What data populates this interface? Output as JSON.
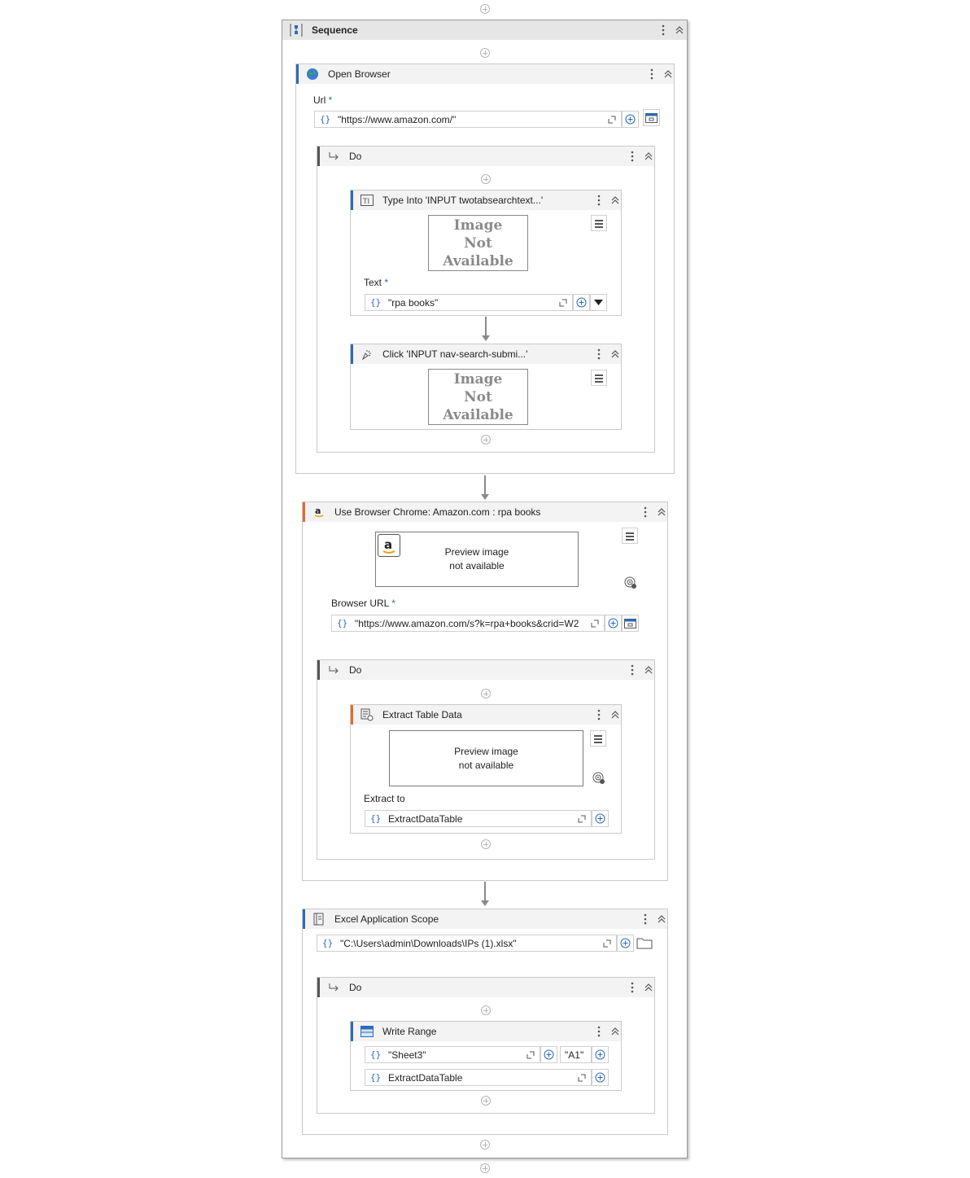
{
  "sequence": {
    "title": "Sequence"
  },
  "open_browser": {
    "title": "Open Browser",
    "url_label": "Url",
    "required_mark": "*",
    "url_value": "\"https://www.amazon.com/\"",
    "do_label": "Do"
  },
  "type_into": {
    "title": "Type Into 'INPUT  twotabsearchtext...'",
    "image_lines": [
      "Image",
      "Not",
      "Available"
    ],
    "text_label": "Text",
    "text_value": "\"rpa books\""
  },
  "click": {
    "title": "Click 'INPUT  nav-search-submi...'",
    "image_lines": [
      "Image",
      "Not",
      "Available"
    ]
  },
  "use_browser": {
    "title": "Use Browser Chrome: Amazon.com : rpa books",
    "preview_lines": [
      "Preview image",
      "not available"
    ],
    "browser_url_label": "Browser URL",
    "browser_url_value": "\"https://www.amazon.com/s?k=rpa+books&crid=W2",
    "do_label": "Do"
  },
  "extract_table": {
    "title": "Extract Table Data",
    "preview_lines": [
      "Preview image",
      "not available"
    ],
    "extract_to_label": "Extract to",
    "extract_to_value": "ExtractDataTable"
  },
  "excel_scope": {
    "title": "Excel Application Scope",
    "path_value": "\"C:\\Users\\admin\\Downloads\\IPs (1).xlsx\"",
    "do_label": "Do"
  },
  "write_range": {
    "title": "Write Range",
    "sheet_value": "\"Sheet3\"",
    "cell_value": "\"A1\"",
    "datatable_value": "ExtractDataTable"
  },
  "colors": {
    "accent_blue": "#2b6cb0",
    "accent_orange": "#e36b2c",
    "brace_blue": "#2a6bbf"
  }
}
